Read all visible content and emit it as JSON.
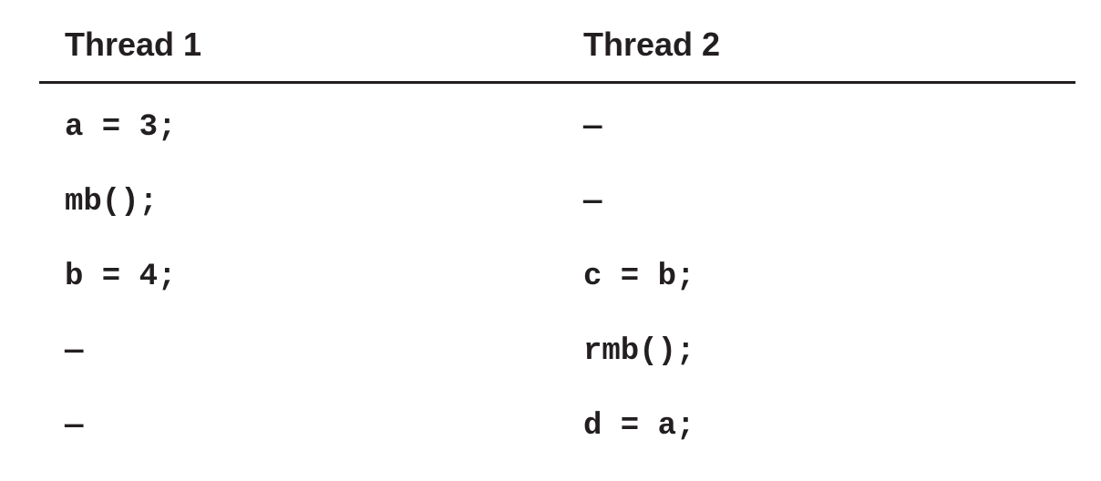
{
  "table": {
    "headers": [
      "Thread 1",
      "Thread 2"
    ],
    "rows": [
      [
        "a = 3;",
        "—"
      ],
      [
        "mb();",
        "—"
      ],
      [
        "b = 4;",
        "c = b;"
      ],
      [
        "—",
        "rmb();"
      ],
      [
        "—",
        "d = a;"
      ]
    ]
  }
}
